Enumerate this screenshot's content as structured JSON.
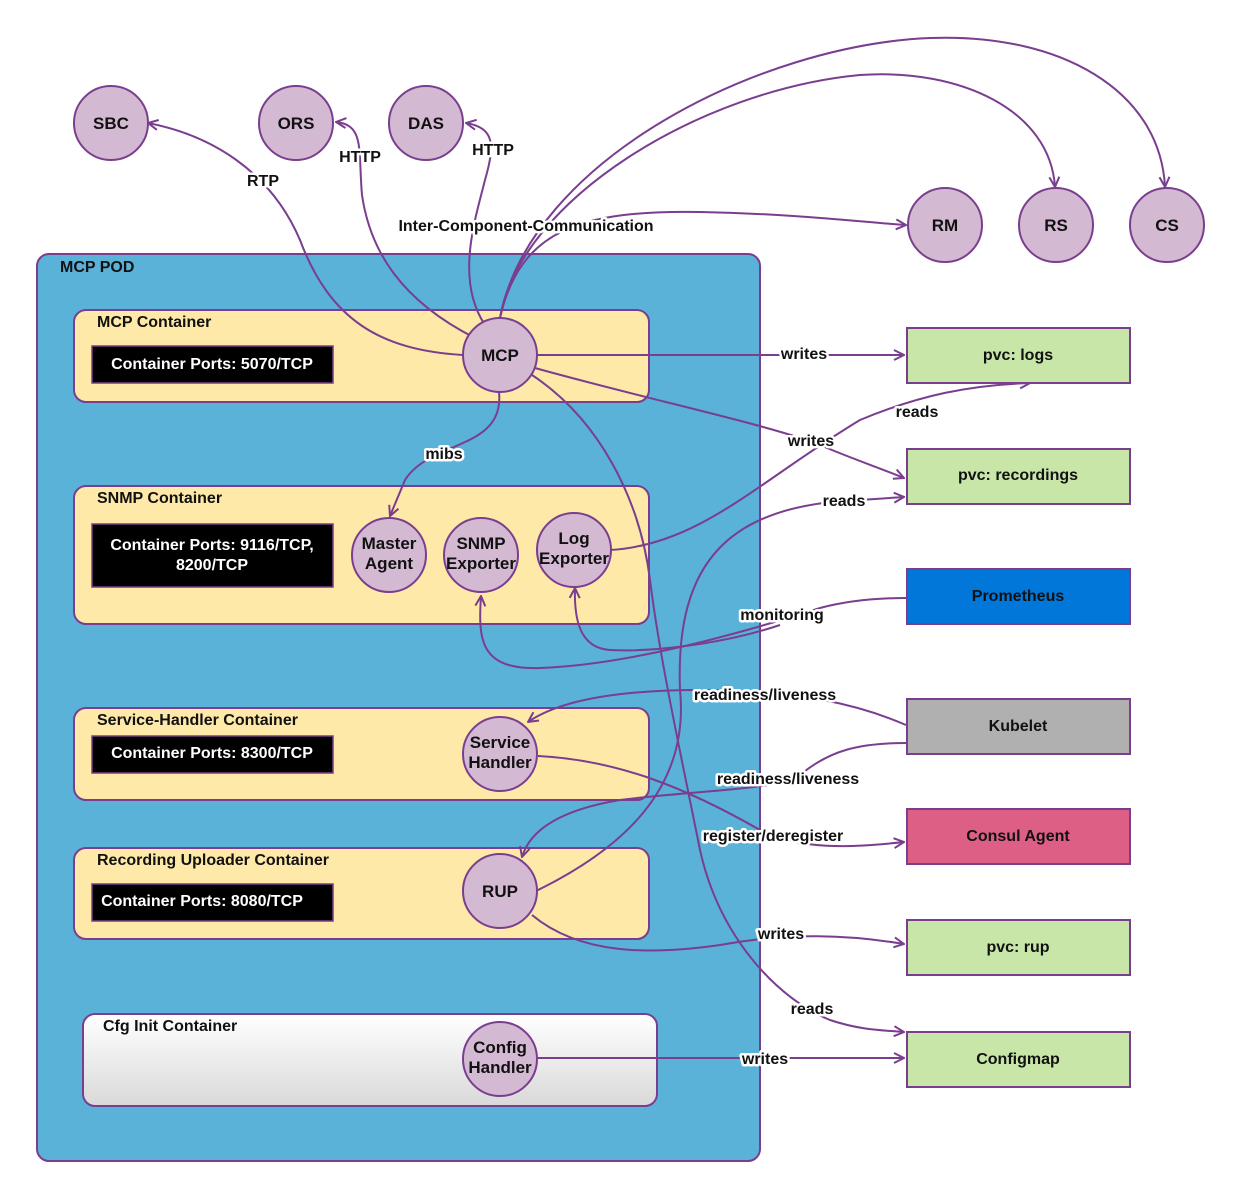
{
  "pod": {
    "title": "MCP POD"
  },
  "containers": {
    "mcp": {
      "title": "MCP Container",
      "ports": [
        "Container Ports: 5070/TCP"
      ]
    },
    "snmp": {
      "title": "SNMP Container",
      "ports": [
        "Container Ports: 9116/TCP,",
        "8200/TCP"
      ]
    },
    "service_handler": {
      "title": "Service-Handler Container",
      "ports": [
        "Container Ports: 8300/TCP"
      ]
    },
    "recording_uploader": {
      "title": "Recording Uploader Container",
      "ports": [
        "Container Ports: 8080/TCP"
      ]
    },
    "cfg_init": {
      "title": "Cfg Init Container"
    }
  },
  "nodes": {
    "sbc": [
      "SBC"
    ],
    "ors": [
      "ORS"
    ],
    "das": [
      "DAS"
    ],
    "rm": [
      "RM"
    ],
    "rs": [
      "RS"
    ],
    "cs": [
      "CS"
    ],
    "mcp": [
      "MCP"
    ],
    "master_agent": [
      "Master",
      "Agent"
    ],
    "snmp_exporter": [
      "SNMP",
      "Exporter"
    ],
    "log_exporter": [
      "Log",
      "Exporter"
    ],
    "service_handler": [
      "Service",
      "Handler"
    ],
    "rup": [
      "RUP"
    ],
    "config_handler": [
      "Config",
      "Handler"
    ]
  },
  "boxes": {
    "pvc_logs": {
      "label": "pvc: logs",
      "color": "#c8e6a8"
    },
    "pvc_recordings": {
      "label": "pvc: recordings",
      "color": "#c8e6a8"
    },
    "prometheus": {
      "label": "Prometheus",
      "color": "#0077d9"
    },
    "kubelet": {
      "label": "Kubelet",
      "color": "#b0b0b0"
    },
    "consul_agent": {
      "label": "Consul Agent",
      "color": "#de5f85"
    },
    "pvc_rup": {
      "label": "pvc: rup",
      "color": "#c8e6a8"
    },
    "configmap": {
      "label": "Configmap",
      "color": "#c8e6a8"
    }
  },
  "edge_labels": {
    "rtp": "RTP",
    "http_ors": "HTTP",
    "http_das": "HTTP",
    "icc": "Inter-Component-Communication",
    "mibs": "mibs",
    "mcp_writes_logs": "writes",
    "log_reads": "reads",
    "mcp_writes_recordings": "writes",
    "rup_reads": "reads",
    "monitoring": "monitoring",
    "readiness_sh": "readiness/liveness",
    "readiness_rup": "readiness/liveness",
    "register": "register/deregister",
    "rup_writes": "writes",
    "mcp_reads_config": "reads",
    "config_writes": "writes"
  }
}
